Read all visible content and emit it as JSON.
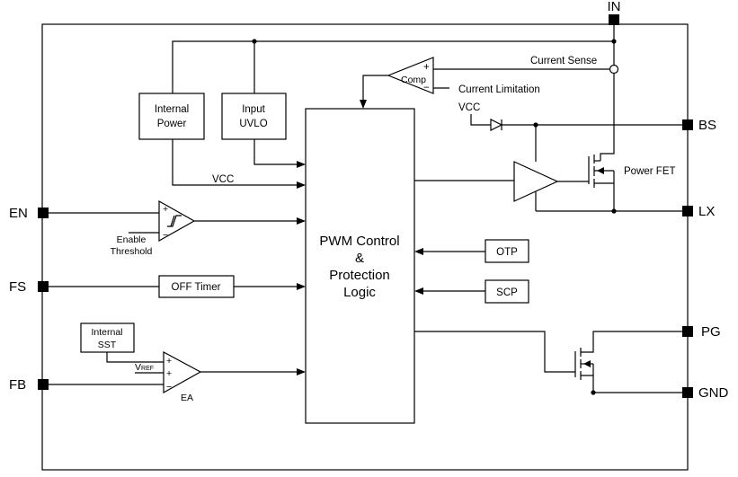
{
  "pins": {
    "in": "IN",
    "bs": "BS",
    "lx": "LX",
    "pg": "PG",
    "gnd": "GND",
    "en": "EN",
    "fs": "FS",
    "fb": "FB"
  },
  "blocks": {
    "internal_power": [
      "Internal",
      "Power"
    ],
    "input_uvlo": [
      "Input",
      "UVLO"
    ],
    "pwm_control": [
      "PWM Control",
      "&",
      "Protection",
      "Logic"
    ],
    "otp": "OTP",
    "scp": "SCP",
    "off_timer": "OFF Timer",
    "internal_sst": [
      "Internal",
      "SST"
    ]
  },
  "labels": {
    "comp": "Comp",
    "current_sense": "Current Sense",
    "current_limitation": "Current Limitation",
    "vcc_top": "VCC",
    "vcc_mid": "VCC",
    "power_fet": "Power FET",
    "enable_threshold": [
      "Enable",
      "Threshold"
    ],
    "vref_main": "V",
    "vref_sub": "REF",
    "ea": "EA",
    "plus": "+",
    "minus": "−"
  }
}
